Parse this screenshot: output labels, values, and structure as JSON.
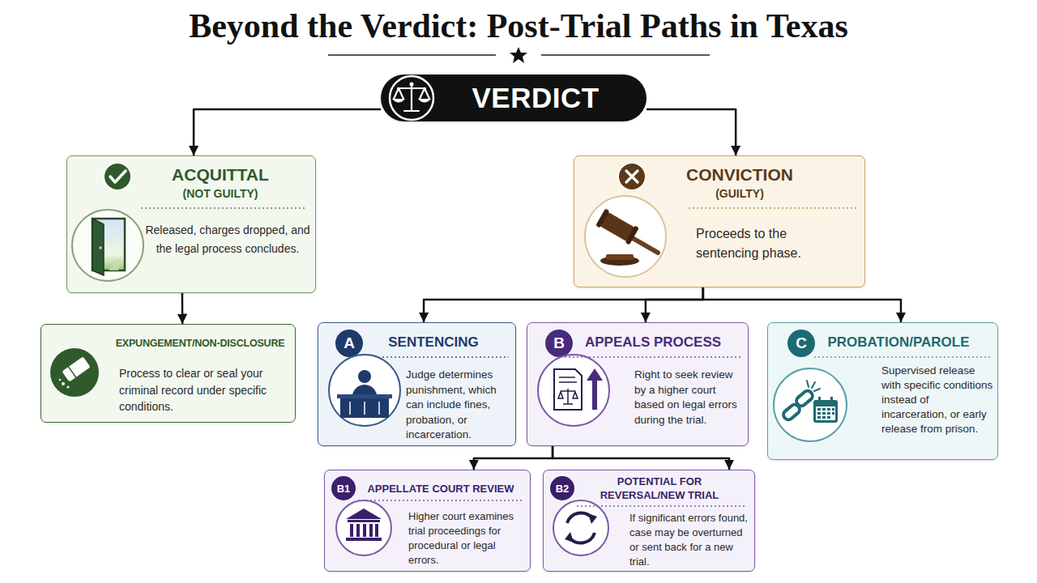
{
  "diagram": {
    "title": "Beyond the Verdict: Post-Trial Paths in Texas",
    "nodes": [
      {
        "text": [
          "VERDICT"
        ]
      },
      {
        "text": [
          "ACQUITTAL",
          "(NOT GUILTY)",
          "Released, charges dropped, and the legal process concludes."
        ]
      },
      {
        "text": [
          "CONVICTION",
          "(GUILTY)",
          "Proceeds to the sentencing phase."
        ]
      },
      {
        "text": [
          "EXPUNGEMENT/NON-DISCLOSURE",
          "Process to clear or seal your criminal record under specific conditions."
        ]
      },
      {
        "text": [
          "A",
          "SENTENCING",
          "Judge determines punishment, which can include fines, probation, or incarceration."
        ]
      },
      {
        "text": [
          "B",
          "APPEALS PROCESS",
          "Right to seek review by a higher court based on legal errors during the trial."
        ]
      },
      {
        "text": [
          "C",
          "PROBATION/PAROLE",
          "Supervised release with specific conditions instead of incarceration, or early release from prison."
        ]
      },
      {
        "text": [
          "B1",
          "APPELLATE COURT REVIEW",
          "Higher court examines trial proceedings for procedural or legal errors."
        ]
      },
      {
        "text": [
          "B2",
          "POTENTIAL FOR REVERSAL/NEW TRIAL",
          "If significant errors found, case may be overturned or sent back for a new trial."
        ]
      }
    ],
    "edges": [
      {
        "from": 0,
        "to": 1,
        "arrow": "to"
      },
      {
        "from": 0,
        "to": 2,
        "arrow": "to"
      },
      {
        "from": 1,
        "to": 3,
        "arrow": "to"
      },
      {
        "from": 2,
        "to": 4,
        "arrow": "to"
      },
      {
        "from": 2,
        "to": 5,
        "arrow": "to"
      },
      {
        "from": 2,
        "to": 6,
        "arrow": "to"
      },
      {
        "from": 5,
        "to": 7,
        "arrow": "to"
      },
      {
        "from": 5,
        "to": 8,
        "arrow": "to"
      }
    ]
  }
}
